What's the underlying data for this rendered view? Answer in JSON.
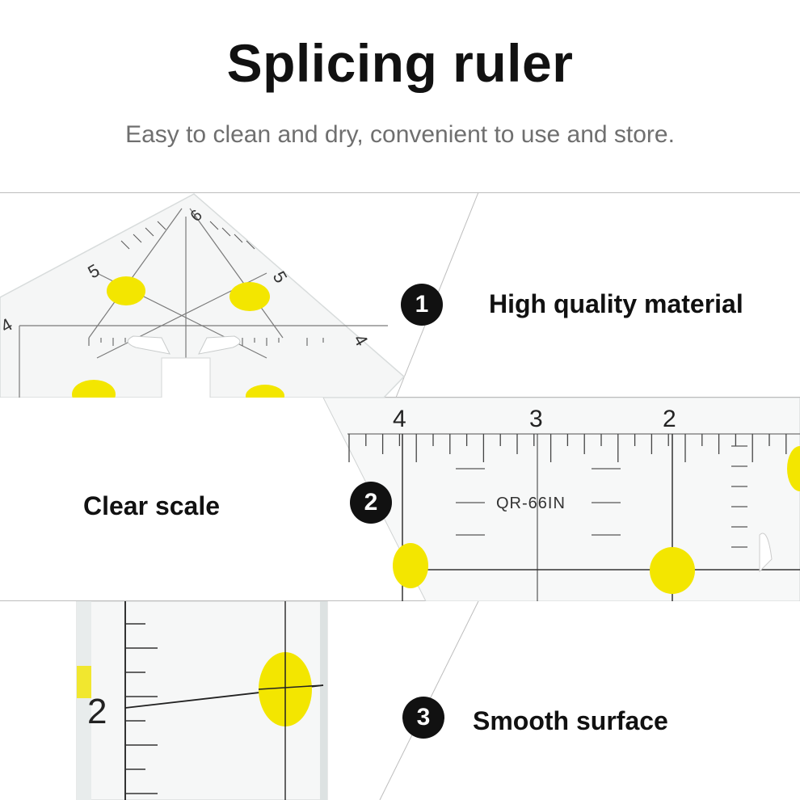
{
  "header": {
    "title": "Splicing ruler",
    "subtitle": "Easy to clean and dry, convenient to use and store."
  },
  "features": [
    {
      "number": "1",
      "label": "High quality material"
    },
    {
      "number": "2",
      "label": "Clear scale"
    },
    {
      "number": "3",
      "label": "Smooth surface"
    }
  ],
  "ruler_markings": {
    "corner_top": "6",
    "corner_left_upper": "5",
    "corner_right_upper": "5",
    "corner_left_lower": "4",
    "corner_right_lower": "4",
    "strip_left": "4",
    "strip_middle": "3",
    "strip_right": "2",
    "model_code": "QR-66IN",
    "side_number": "2"
  },
  "colors": {
    "dot_yellow": "#f3e600",
    "badge": "#111111",
    "divider": "#bdbdbd"
  }
}
